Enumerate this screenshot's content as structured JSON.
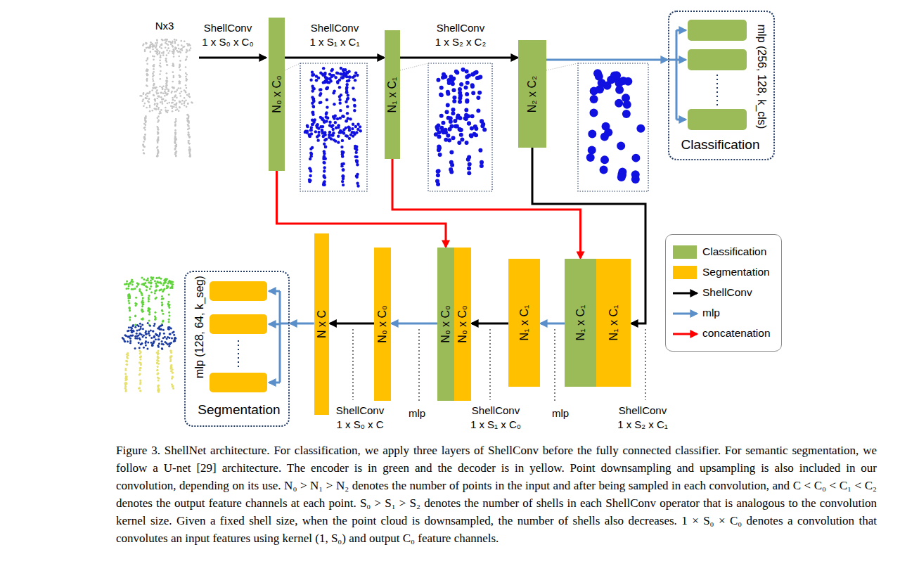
{
  "diagram": {
    "caption": "Figure 3. ShellNet architecture. For classification, we apply three layers of ShellConv before the fully connected classifier. For semantic segmentation, we follow a U-net [29] architecture. The encoder is in green and the decoder is in yellow. Point downsampling and upsampling is also included in our convolution, depending on its use. N₀ > N₁ > N₂ denotes the number of points in the input and after being sampled in each convolution, and C < C₀ < C₁ < C₂ denotes the output feature channels at each point. S₀ > S₁ > S₂ denotes the number of shells in each ShellConv operator that is analogous to the convolution kernel size. Given a fixed shell size, when the point cloud is downsampled, the number of shells also decreases. 1 × S₀ × C₀ denotes a convolution that convolutes an input features using kernel (1, S₀) and output C₀ feature channels.",
    "nodes": [
      {
        "text": [
          "N₀ x C₀"
        ]
      },
      {
        "text": [
          "N₁ x C₁"
        ]
      },
      {
        "text": [
          "N₂ x C₂"
        ]
      },
      {
        "text": [
          "mlp (256, 128, k_cls)",
          "Classification"
        ]
      },
      {
        "text": [
          "mlp (128, 64, k_seg)",
          "Segmentation"
        ]
      },
      {
        "text": [
          "N x C"
        ]
      },
      {
        "text": [
          "N₀ x C₀"
        ]
      },
      {
        "text": [
          "N₀ x C₀"
        ]
      },
      {
        "text": [
          "N₀ x C₀"
        ]
      },
      {
        "text": [
          "N₁ x C₁"
        ]
      },
      {
        "text": [
          "N₁ x C₁"
        ]
      },
      {
        "text": [
          "N₁ x C₁"
        ]
      }
    ],
    "edges": [
      {
        "from": 0,
        "to": 1,
        "label": "ShellConv 1 x S₁ x C₁",
        "arrow": "to"
      },
      {
        "from": 1,
        "to": 2,
        "label": "ShellConv 1 x S₂ x C₂",
        "arrow": "to"
      },
      {
        "from": 2,
        "to": 3,
        "arrow": "to"
      },
      {
        "from": 0,
        "to": 7,
        "arrow": "to"
      },
      {
        "from": 1,
        "to": 10,
        "arrow": "to"
      },
      {
        "from": 2,
        "to": 11,
        "label": "ShellConv 1 x S₂ x C₁",
        "arrow": "to"
      },
      {
        "from": 10,
        "to": 9,
        "label": "mlp",
        "arrow": "to"
      },
      {
        "from": 9,
        "to": 8,
        "label": "ShellConv 1 x S₁ x C₀",
        "arrow": "to"
      },
      {
        "from": 7,
        "to": 6,
        "label": "mlp",
        "arrow": "to"
      },
      {
        "from": 6,
        "to": 5,
        "label": "ShellConv 1 x S₀ x C",
        "arrow": "to"
      },
      {
        "from": 5,
        "to": 4,
        "arrow": "to"
      }
    ],
    "labels": [
      "Nx3",
      "ShellConv 1 x S₀ x C₀"
    ],
    "legend": [
      {
        "text": "Classification",
        "color": "#9bbb59"
      },
      {
        "text": "Segmentation",
        "color": "#ffc000"
      },
      {
        "text": "ShellConv"
      },
      {
        "text": "mlp"
      },
      {
        "text": "concatenation"
      }
    ]
  }
}
